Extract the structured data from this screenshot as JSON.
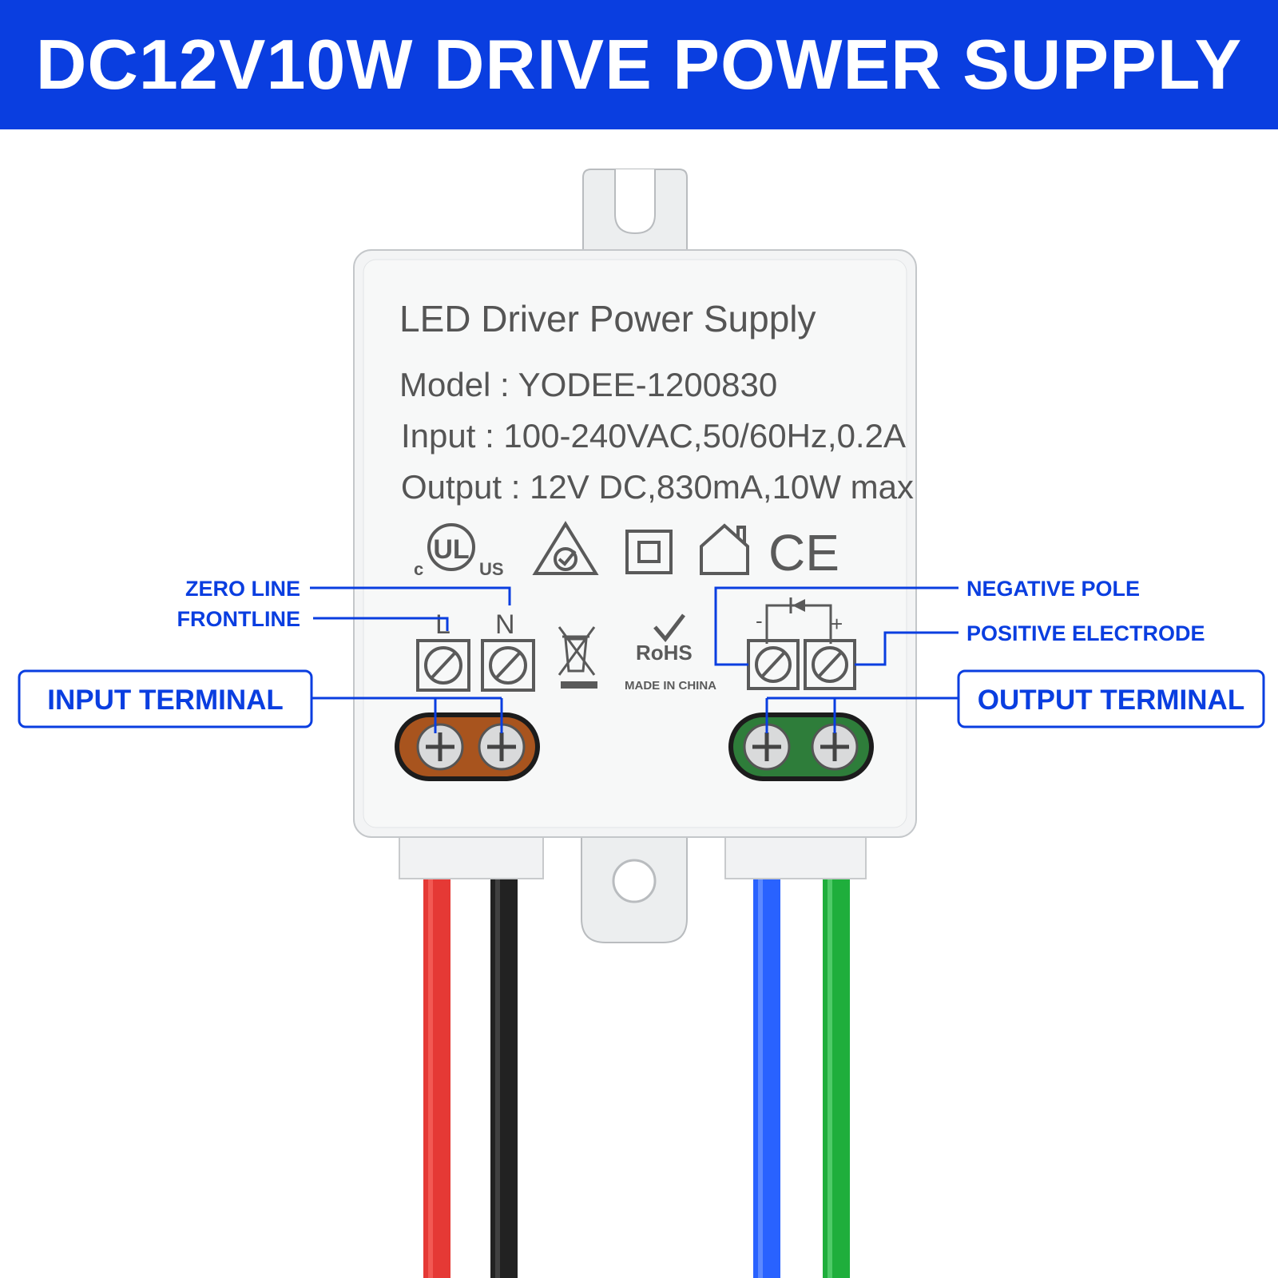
{
  "banner": {
    "title": "DC12V10W DRIVE POWER SUPPLY",
    "color": "#0a3ee0"
  },
  "device": {
    "title": "LED Driver Power Supply",
    "model": "Model : YODEE-1200830",
    "input": "Input : 100-240VAC,50/60Hz,0.2A",
    "output": "Output : 12V DC,830mA,10W max",
    "terminal_l": "L",
    "terminal_n": "N",
    "terminal_minus": "-",
    "terminal_plus": "+",
    "rohs": "RoHS",
    "made_in": "MADE IN CHINA",
    "cert_ul_c": "c",
    "cert_ul": "UL",
    "cert_ul_us": "US",
    "cert_ce": "CE",
    "icons": [
      "ul-certification-icon",
      "rcm-triangle-icon",
      "double-insulation-icon",
      "indoor-use-house-icon",
      "ce-mark-icon",
      "weee-bin-icon",
      "rohs-check-icon",
      "diode-symbol-icon"
    ]
  },
  "callouts": {
    "zero_line": "ZERO LINE",
    "frontline": "FRONTLINE",
    "input_terminal": "INPUT TERMINAL",
    "negative_pole": "NEGATIVE POLE",
    "positive_electrode": "POSITIVE ELECTRODE",
    "output_terminal": "OUTPUT TERMINAL"
  },
  "colors": {
    "accent": "#0a3ee0",
    "wire_red": "#e53935",
    "wire_black": "#222222",
    "wire_blue": "#2962ff",
    "wire_green": "#1fae3c",
    "input_block": "#a8541e",
    "output_block": "#2e7d3a"
  }
}
